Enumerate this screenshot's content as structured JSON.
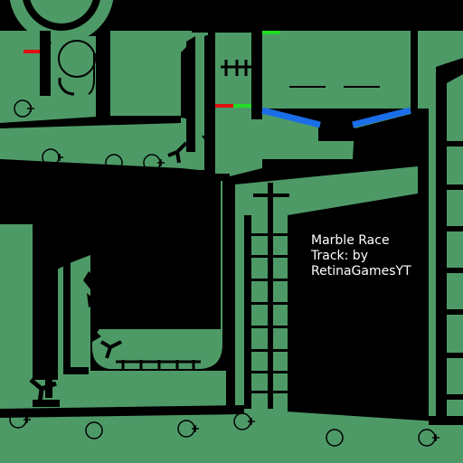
{
  "caption": {
    "line1": "Marble Race",
    "line2": "Track: by",
    "line3": "RetinaGamesYT"
  },
  "colors": {
    "background": "#000000",
    "track_green": "#4e9a67",
    "outline": "#000000",
    "flipper_blue": "#1a6ee8",
    "gate_red": "#e01010",
    "gate_green": "#22dd22",
    "caption_text": "#ffffff"
  },
  "icons": [
    "marble-ring-icon",
    "spinner-icon",
    "ladder-icon",
    "funnel-icon"
  ]
}
